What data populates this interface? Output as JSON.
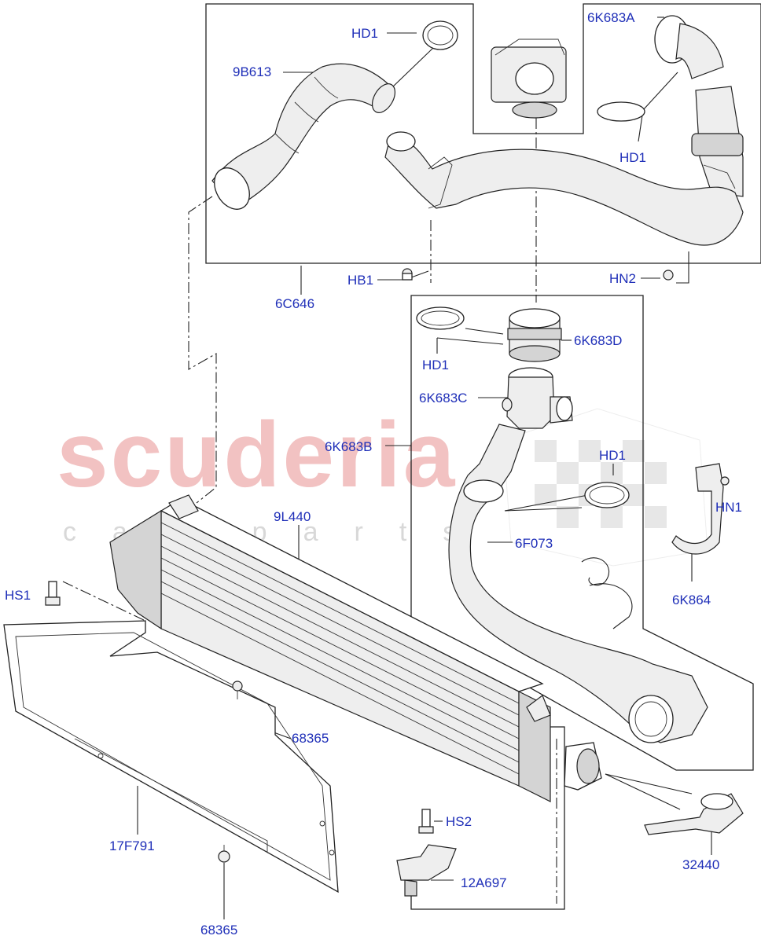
{
  "watermark": {
    "brand": "scuderia",
    "sub": "car parts",
    "brand_color": "#f2c2c2"
  },
  "accent_color": "#1f2fb8",
  "labels": {
    "hd1_top": "HD1",
    "l_9b613": "9B613",
    "l_6k683a": "6K683A",
    "hd1_right": "HD1",
    "hb1": "HB1",
    "l_6c646": "6C646",
    "hn2": "HN2",
    "l_6k683d": "6K683D",
    "hd1_mid": "HD1",
    "l_6k683c": "6K683C",
    "l_6k683b": "6K683B",
    "hd1_lower": "HD1",
    "hn1": "HN1",
    "l_9l440": "9L440",
    "l_6f073": "6F073",
    "hs1": "HS1",
    "l_6k864": "6K864",
    "l_68365_right": "68365",
    "hs2": "HS2",
    "l_32440": "32440",
    "l_17f791": "17F791",
    "l_12a697": "12A697",
    "l_68365_bottom": "68365"
  }
}
